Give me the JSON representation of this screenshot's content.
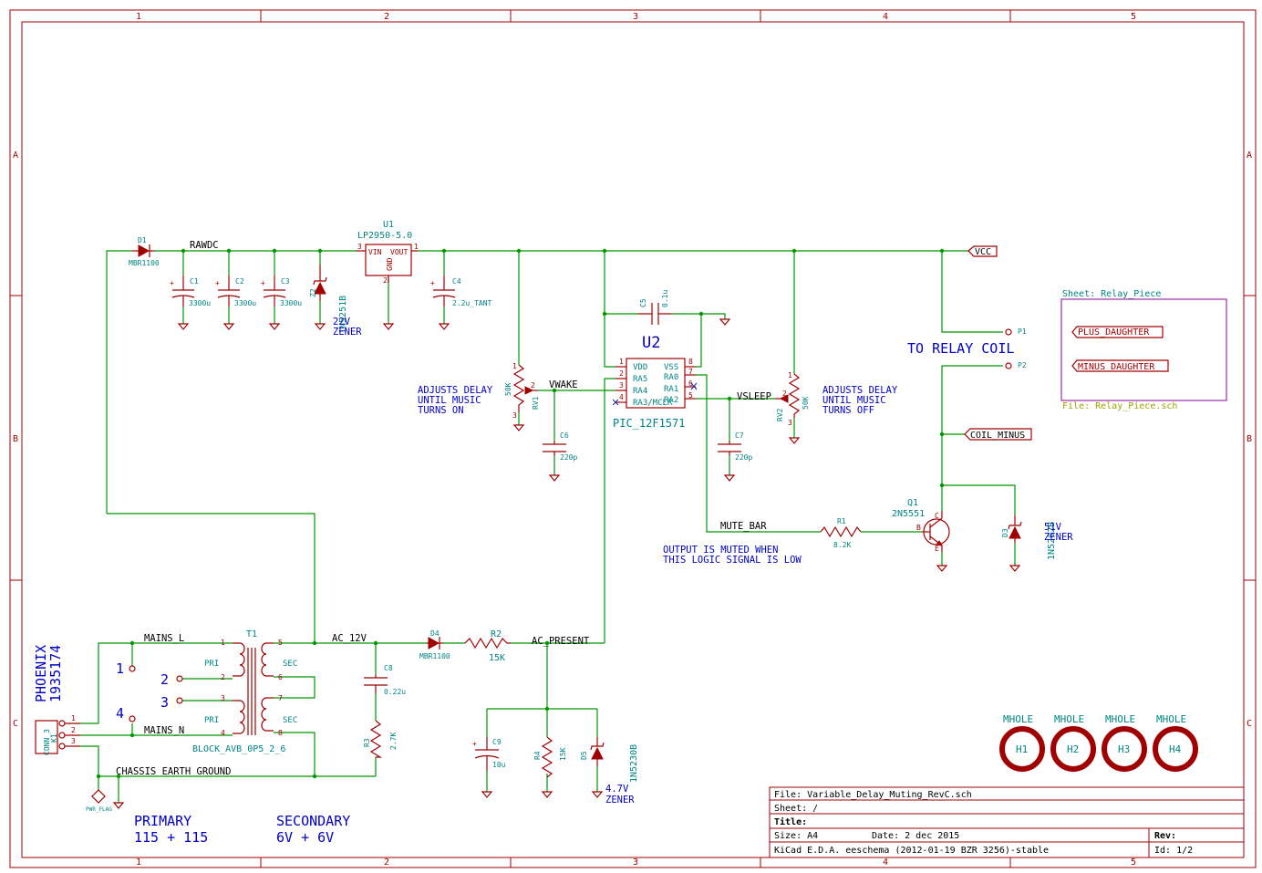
{
  "frame": {
    "columns": [
      "1",
      "2",
      "3",
      "4",
      "5"
    ],
    "rows": [
      "A",
      "B",
      "C"
    ]
  },
  "nets": {
    "rawdc": "RAWDC",
    "vwake": "VWAKE",
    "vsleep": "VSLEEP",
    "mute_bar": "MUTE_BAR",
    "mains_l": "MAINS_L",
    "mains_n": "MAINS_N",
    "ac_12v": "AC_12V",
    "ac_present": "AC_PRESENT",
    "chassis": "CHASSIS  EARTH  GROUND",
    "vcc": "VCC",
    "coil_minus": "COIL_MINUS"
  },
  "components": {
    "d1": {
      "ref": "D1",
      "value": "MBR1100"
    },
    "c1": {
      "ref": "C1",
      "value": "3300u"
    },
    "c2": {
      "ref": "C2",
      "value": "3300u"
    },
    "c3": {
      "ref": "C3",
      "value": "3300u"
    },
    "z2": {
      "ref": "Z2",
      "value": "1N5251B"
    },
    "u1": {
      "ref": "U1",
      "value": "LP2950-5.0",
      "vin": "VIN",
      "vout": "VOUT",
      "gnd": "GND"
    },
    "c4": {
      "ref": "C4",
      "value": "2.2u_TANT"
    },
    "c5": {
      "ref": "C5",
      "value": "0.1u"
    },
    "u2": {
      "ref": "U2",
      "value": "PIC_12F1571",
      "left_pins": [
        "VDD",
        "RA5",
        "RA4",
        "RA3/MCLR"
      ],
      "right_pins": [
        "VSS",
        "RA0",
        "RA1",
        "RA2"
      ],
      "left_nums": [
        "1",
        "2",
        "3",
        "4"
      ],
      "right_nums": [
        "8",
        "7",
        "6",
        "5"
      ]
    },
    "rv1": {
      "ref": "RV1",
      "value": "50K"
    },
    "rv2": {
      "ref": "RV2",
      "value": "50K"
    },
    "c6": {
      "ref": "C6",
      "value": "220p"
    },
    "c7": {
      "ref": "C7",
      "value": "220p"
    },
    "r1": {
      "ref": "R1",
      "value": "8.2K"
    },
    "q1": {
      "ref": "Q1",
      "value": "2N5551"
    },
    "d3": {
      "ref": "D3",
      "value": "1N5262B"
    },
    "t1": {
      "ref": "T1",
      "value": "BLOCK_AVB_0P5_2_6",
      "pri": "PRI",
      "sec": "SEC"
    },
    "k1": {
      "ref": "K1",
      "value": "CONN_3"
    },
    "c8": {
      "ref": "C8",
      "value": "0.22u"
    },
    "r3": {
      "ref": "R3",
      "value": "2.7K"
    },
    "d4": {
      "ref": "D4",
      "value": "MBR1100"
    },
    "r2": {
      "ref": "R2",
      "value": "15K"
    },
    "c9": {
      "ref": "C9",
      "value": "10u"
    },
    "r4": {
      "ref": "R4",
      "value": "15K"
    },
    "d5": {
      "ref": "D5",
      "value": "1N5230B"
    },
    "pwr_flag": "PWR_FLAG",
    "p1": "P1",
    "p2": "P2"
  },
  "notes": {
    "zener22_1": "22V",
    "zener22_2": "ZENER",
    "adj_on_1": "ADJUSTS DELAY",
    "adj_on_2": "UNTIL MUSIC",
    "adj_on_3": "TURNS ON",
    "adj_off_1": "ADJUSTS DELAY",
    "adj_off_2": "UNTIL MUSIC",
    "adj_off_3": "TURNS OFF",
    "relay_coil": "TO RELAY COIL",
    "zener51_1": "51V",
    "zener51_2": "ZENER",
    "muted_1": "OUTPUT IS MUTED WHEN",
    "muted_2": "THIS LOGIC SIGNAL IS LOW",
    "zener47_1": "4.7V",
    "zener47_2": "ZENER",
    "phoenix_1": "PHOENIX",
    "phoenix_2": "1935174",
    "primary_1": "PRIMARY",
    "primary_2": "115 + 115",
    "secondary_1": "SECONDARY",
    "secondary_2": "6V + 6V",
    "pin_1": "1",
    "pin_2": "2",
    "pin_3": "3",
    "pin_4": "4"
  },
  "sheet": {
    "name": "Sheet: Relay_Piece",
    "file": "File: Relay_Piece.sch",
    "plus": "PLUS_DAUGHTER",
    "minus": "MINUS_DAUGHTER"
  },
  "mholes": [
    {
      "label": "MHOLE",
      "ref": "H1"
    },
    {
      "label": "MHOLE",
      "ref": "H2"
    },
    {
      "label": "MHOLE",
      "ref": "H3"
    },
    {
      "label": "MHOLE",
      "ref": "H4"
    }
  ],
  "title_block": {
    "file": "File: Variable_Delay_Muting_RevC.sch",
    "sheet": "Sheet: /",
    "title": "Title:",
    "size": "Size: A4",
    "date": "Date: 2 dec 2015",
    "rev": "Rev:",
    "app": "KiCad E.D.A.  eeschema (2012-01-19 BZR 3256)-stable",
    "id": "Id: 1/2"
  }
}
